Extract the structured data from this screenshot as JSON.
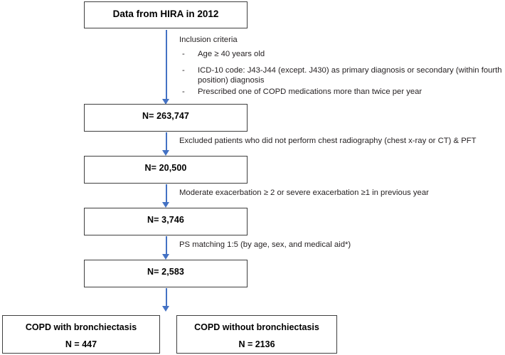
{
  "figure": {
    "type": "flowchart",
    "accent_color": "#4472C4",
    "box_border_color": "#3f3f3f"
  },
  "nodes": {
    "source": {
      "label": "Data from HIRA in 2012"
    },
    "step1": {
      "label": "N= 263,747"
    },
    "step2": {
      "label": "N= 20,500"
    },
    "step3": {
      "label": "N= 3,746"
    },
    "step4": {
      "label": "N= 2,583"
    },
    "leaf_left": {
      "title": "COPD with bronchiectasis",
      "count": "N = 447"
    },
    "leaf_right": {
      "title": "COPD without bronchiectasis",
      "count": "N = 2136"
    }
  },
  "annotations": {
    "inclusion_heading": "Inclusion criteria",
    "inclusion_items": [
      {
        "bullet": "-",
        "text": "Age ≥ 40 years old"
      },
      {
        "bullet": "-",
        "text": "ICD-10 code: J43-J44 (except. J430) as primary diagnosis or secondary (within fourth position) diagnosis"
      },
      {
        "bullet": "-",
        "text": "Prescribed one of COPD medications more than twice per year"
      }
    ],
    "exclusion_step2": "Excluded patients who did not perform chest radiography (chest x-ray or CT) & PFT",
    "exclusion_step3": "Moderate exacerbation ≥ 2 or severe exacerbation ≥1 in previous year",
    "matching_step4": "PS matching 1:5 (by age, sex, and medical aid*)"
  }
}
